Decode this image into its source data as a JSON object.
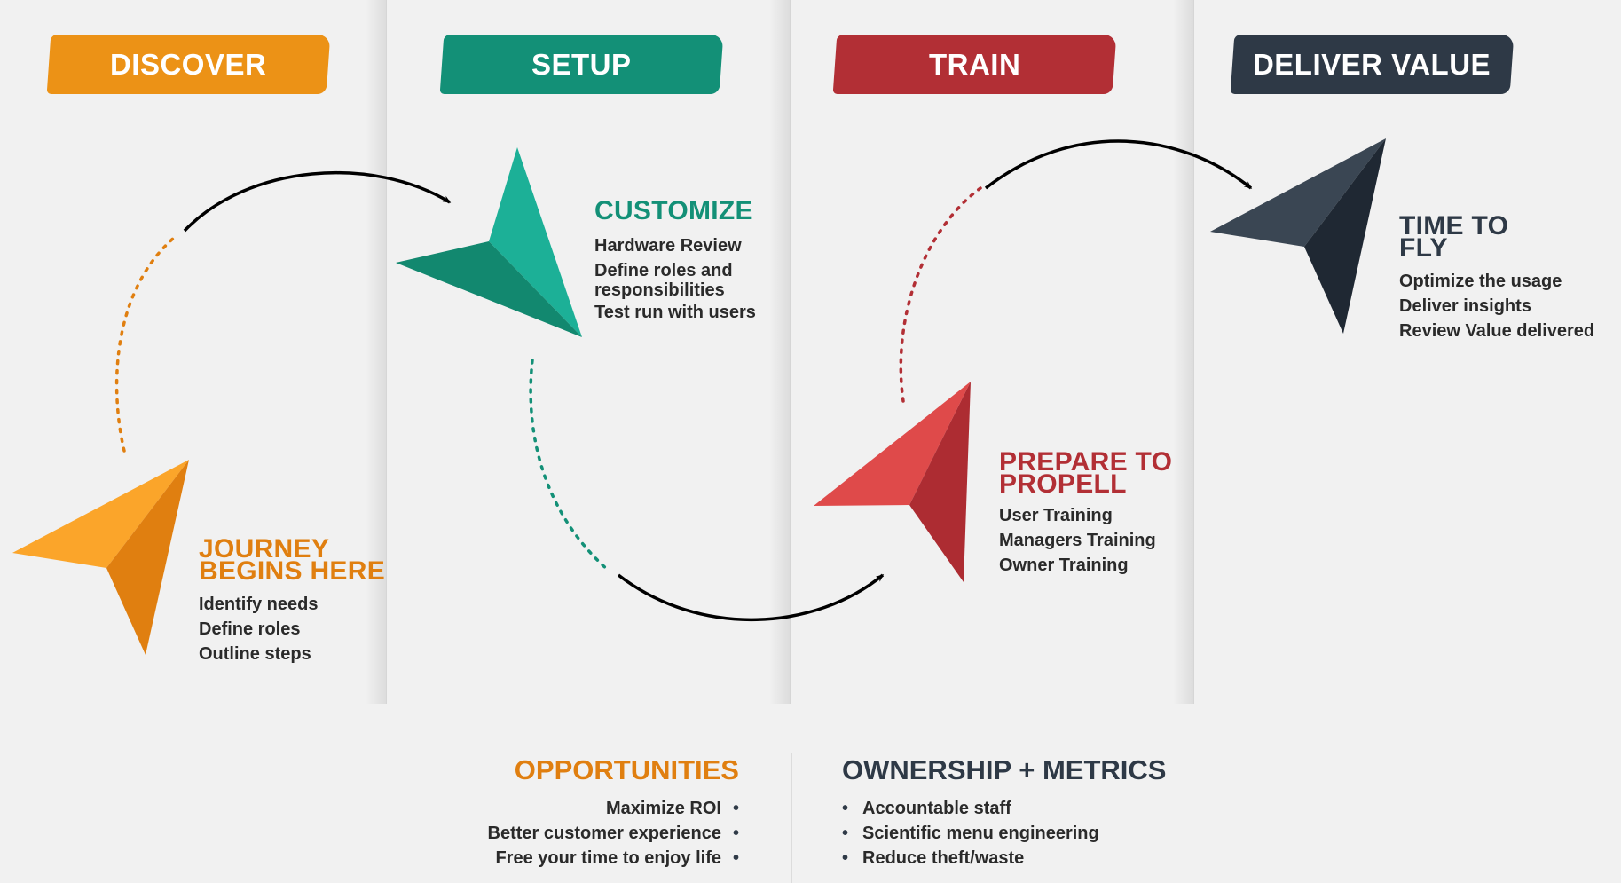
{
  "colors": {
    "discover": "#ec9216",
    "setup": "#139077",
    "train": "#b22f35",
    "deliver": "#2e3946",
    "text": "#2a2a2a"
  },
  "stages": [
    {
      "label": "DISCOVER",
      "color": "#ec9216"
    },
    {
      "label": "SETUP",
      "color": "#139077"
    },
    {
      "label": "TRAIN",
      "color": "#b22f35"
    },
    {
      "label": "DELIVER VALUE",
      "color": "#2e3946"
    }
  ],
  "steps": {
    "journey": {
      "title_line1": "JOURNEY",
      "title_line2": "BEGINS HERE",
      "items": [
        "Identify needs",
        "Define roles",
        "Outline steps"
      ]
    },
    "customize": {
      "title": "CUSTOMIZE",
      "items": [
        "Hardware Review",
        "Define roles and",
        "responsibilities",
        "Test run with users"
      ]
    },
    "prepare": {
      "title_line1": "PREPARE TO",
      "title_line2": "PROPELL",
      "items": [
        "User Training",
        "Managers Training",
        "Owner Training"
      ]
    },
    "fly": {
      "title_line1": "TIME TO",
      "title_line2": "FLY",
      "items": [
        "Optimize the usage",
        "Deliver insights",
        "Review Value delivered"
      ]
    }
  },
  "icons": [
    "paper-plane-icon",
    "curved-arrow-icon"
  ],
  "opportunities": {
    "title": "OPPORTUNITIES",
    "items": [
      "Maximize ROI",
      "Better customer experience",
      "Free your time to enjoy life"
    ]
  },
  "ownership": {
    "title": "OWNERSHIP + METRICS",
    "items": [
      "Accountable staff",
      "Scientific menu engineering",
      "Reduce theft/waste"
    ]
  }
}
